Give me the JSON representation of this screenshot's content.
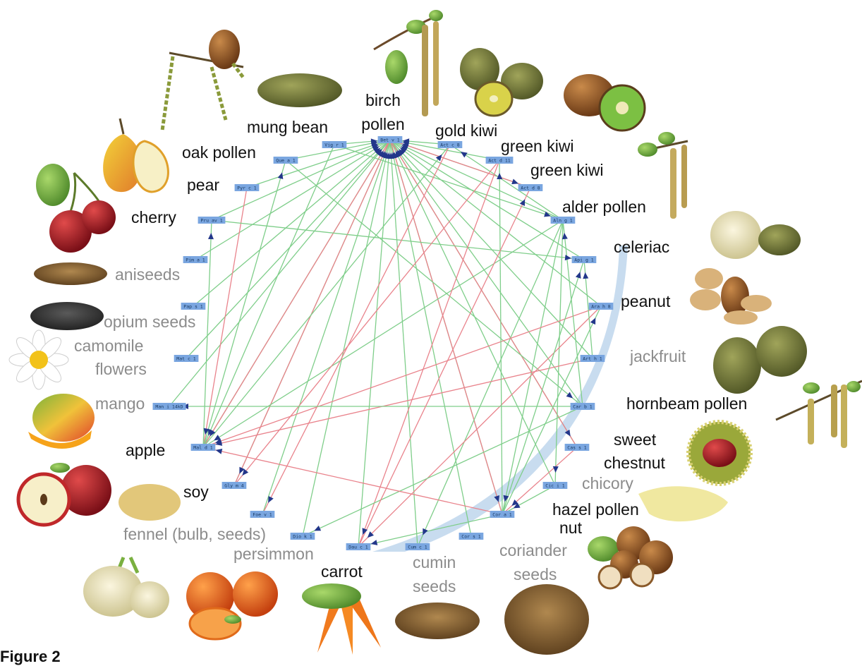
{
  "figure_caption": "Figure 2",
  "hub_code": "Bet v 1",
  "nodes": [
    {
      "id": "vig",
      "code": "Vig r 1",
      "label": [
        "mung bean"
      ],
      "style": "major",
      "icon": "mung-bean-photo"
    },
    {
      "id": "bet",
      "code": "Bet v 1",
      "label": [
        "birch",
        "pollen"
      ],
      "style": "major",
      "icon": "birch-catkin-photo"
    },
    {
      "id": "actc",
      "code": "Act c 8",
      "label": [
        "gold kiwi"
      ],
      "style": "major",
      "icon": "gold-kiwi-photo"
    },
    {
      "id": "actd11",
      "code": "Act d 11",
      "label": [
        "green kiwi"
      ],
      "style": "major",
      "icon": "green-kiwi-photo"
    },
    {
      "id": "actd8",
      "code": "Act d 8",
      "label": [
        "green kiwi"
      ],
      "style": "major",
      "icon": "green-kiwi-photo"
    },
    {
      "id": "que",
      "code": "Que a 1",
      "label": [
        "oak pollen"
      ],
      "style": "major",
      "icon": "oak-catkin-photo"
    },
    {
      "id": "pyr",
      "code": "Pyr c 1",
      "label": [
        "pear"
      ],
      "style": "major",
      "icon": "pear-photo"
    },
    {
      "id": "pru",
      "code": "Pru av 1",
      "label": [
        "cherry"
      ],
      "style": "major",
      "icon": "cherry-photo"
    },
    {
      "id": "aln",
      "code": "Aln g 1",
      "label": [
        "alder pollen"
      ],
      "style": "major",
      "icon": "alder-catkin-photo"
    },
    {
      "id": "api",
      "code": "Api g 1",
      "label": [
        "celeriac"
      ],
      "style": "major",
      "icon": "celeriac-photo"
    },
    {
      "id": "pim",
      "code": "Pim a 1",
      "label": [
        "aniseeds"
      ],
      "style": "minor",
      "icon": "aniseed-photo"
    },
    {
      "id": "ara",
      "code": "Ara h 8",
      "label": [
        "peanut"
      ],
      "style": "major",
      "icon": "peanut-photo"
    },
    {
      "id": "pap",
      "code": "Pap s 1",
      "label": [
        "opium seeds"
      ],
      "style": "minor",
      "icon": "poppy-seed-photo"
    },
    {
      "id": "mat",
      "code": "Mat c 1",
      "label": [
        "camomile",
        "flowers"
      ],
      "style": "minor",
      "icon": "camomile-flower-photo"
    },
    {
      "id": "art",
      "code": "Art h 1",
      "label": [
        "jackfruit"
      ],
      "style": "minor",
      "icon": "jackfruit-photo"
    },
    {
      "id": "car",
      "code": "Car b 1",
      "label": [
        "hornbeam pollen"
      ],
      "style": "major",
      "icon": "hornbeam-catkin-photo"
    },
    {
      "id": "man",
      "code": "Man i 14kD",
      "label": [
        "mango"
      ],
      "style": "minor",
      "icon": "mango-photo"
    },
    {
      "id": "cas",
      "code": "Cas s 1",
      "label": [
        "sweet",
        "chestnut"
      ],
      "style": "major",
      "icon": "chestnut-photo"
    },
    {
      "id": "mal",
      "code": "Mal d 1",
      "label": [
        "apple"
      ],
      "style": "major",
      "icon": "apple-photo"
    },
    {
      "id": "cic",
      "code": "Cic i 1",
      "label": [
        "chicory"
      ],
      "style": "minor",
      "icon": "chicory-photo"
    },
    {
      "id": "gly",
      "code": "Gly m 4",
      "label": [
        "soy"
      ],
      "style": "major",
      "icon": "soybean-photo"
    },
    {
      "id": "cora",
      "code": "Cor a 1",
      "label": [
        "hazel pollen",
        "nut"
      ],
      "style": "major",
      "icon": "hazelnut-photo"
    },
    {
      "id": "foe",
      "code": "Foe v 1",
      "label": [
        "fennel (bulb, seeds)"
      ],
      "style": "minor",
      "icon": "fennel-photo"
    },
    {
      "id": "dio",
      "code": "Dio k 1",
      "label": [
        "persimmon"
      ],
      "style": "minor",
      "icon": "persimmon-photo"
    },
    {
      "id": "dau",
      "code": "Dau c 1",
      "label": [
        "carrot"
      ],
      "style": "major",
      "icon": "carrot-photo"
    },
    {
      "id": "cum",
      "code": "Cum c 1",
      "label": [
        "cumin",
        "seeds"
      ],
      "style": "minor",
      "icon": "cumin-seed-photo"
    },
    {
      "id": "cors",
      "code": "Cor s 1",
      "label": [
        "coriander",
        "seeds"
      ],
      "style": "minor",
      "icon": "coriander-seed-photo"
    }
  ],
  "edges": [
    {
      "from": "vig",
      "to": "bet",
      "kind": "green"
    },
    {
      "from": "que",
      "to": "bet",
      "kind": "green"
    },
    {
      "from": "pyr",
      "to": "bet",
      "kind": "green"
    },
    {
      "from": "pru",
      "to": "bet",
      "kind": "green"
    },
    {
      "from": "pim",
      "to": "bet",
      "kind": "green"
    },
    {
      "from": "pap",
      "to": "bet",
      "kind": "green"
    },
    {
      "from": "mat",
      "to": "bet",
      "kind": "green"
    },
    {
      "from": "man",
      "to": "bet",
      "kind": "green"
    },
    {
      "from": "mal",
      "to": "bet",
      "kind": "green"
    },
    {
      "from": "gly",
      "to": "bet",
      "kind": "green"
    },
    {
      "from": "foe",
      "to": "bet",
      "kind": "green"
    },
    {
      "from": "dio",
      "to": "bet",
      "kind": "green"
    },
    {
      "from": "dau",
      "to": "bet",
      "kind": "green"
    },
    {
      "from": "cum",
      "to": "bet",
      "kind": "green"
    },
    {
      "from": "cors",
      "to": "bet",
      "kind": "green"
    },
    {
      "from": "cora",
      "to": "bet",
      "kind": "green"
    },
    {
      "from": "cic",
      "to": "bet",
      "kind": "green"
    },
    {
      "from": "cas",
      "to": "bet",
      "kind": "green"
    },
    {
      "from": "car",
      "to": "bet",
      "kind": "green"
    },
    {
      "from": "art",
      "to": "bet",
      "kind": "green"
    },
    {
      "from": "ara",
      "to": "bet",
      "kind": "green"
    },
    {
      "from": "api",
      "to": "bet",
      "kind": "green"
    },
    {
      "from": "aln",
      "to": "bet",
      "kind": "green"
    },
    {
      "from": "actd8",
      "to": "bet",
      "kind": "green"
    },
    {
      "from": "actd11",
      "to": "bet",
      "kind": "green"
    },
    {
      "from": "actc",
      "to": "bet",
      "kind": "green"
    },
    {
      "from": "bet",
      "to": "mal",
      "kind": "red"
    },
    {
      "from": "bet",
      "to": "gly",
      "kind": "red"
    },
    {
      "from": "bet",
      "to": "cora",
      "kind": "red"
    },
    {
      "from": "bet",
      "to": "cas",
      "kind": "red"
    },
    {
      "from": "bet",
      "to": "actd8",
      "kind": "red"
    },
    {
      "from": "pyr",
      "to": "mal",
      "kind": "red"
    },
    {
      "from": "pru",
      "to": "api",
      "kind": "green"
    },
    {
      "from": "vig",
      "to": "mal",
      "kind": "green"
    },
    {
      "from": "vig",
      "to": "aln",
      "kind": "green"
    },
    {
      "from": "que",
      "to": "car",
      "kind": "green"
    },
    {
      "from": "aln",
      "to": "mal",
      "kind": "green"
    },
    {
      "from": "aln",
      "to": "cora",
      "kind": "green"
    },
    {
      "from": "aln",
      "to": "cic",
      "kind": "green"
    },
    {
      "from": "aln",
      "to": "cum",
      "kind": "green"
    },
    {
      "from": "aln",
      "to": "actc",
      "kind": "green"
    },
    {
      "from": "actd11",
      "to": "dau",
      "kind": "red"
    },
    {
      "from": "actd11",
      "to": "gly",
      "kind": "red"
    },
    {
      "from": "actc",
      "to": "foe",
      "kind": "red"
    },
    {
      "from": "ara",
      "to": "mal",
      "kind": "red"
    },
    {
      "from": "ara",
      "to": "dau",
      "kind": "red"
    },
    {
      "from": "art",
      "to": "mal",
      "kind": "red"
    },
    {
      "from": "art",
      "to": "api",
      "kind": "green"
    },
    {
      "from": "car",
      "to": "man",
      "kind": "green"
    },
    {
      "from": "car",
      "to": "aln",
      "kind": "green"
    },
    {
      "from": "car",
      "to": "dio",
      "kind": "green"
    },
    {
      "from": "cas",
      "to": "cora",
      "kind": "red"
    },
    {
      "from": "cic",
      "to": "cora",
      "kind": "green"
    },
    {
      "from": "cora",
      "to": "dau",
      "kind": "green"
    },
    {
      "from": "cora",
      "to": "mal",
      "kind": "red"
    },
    {
      "from": "cora",
      "to": "api",
      "kind": "green"
    },
    {
      "from": "cora",
      "to": "ara",
      "kind": "green"
    },
    {
      "from": "cora",
      "to": "actd11",
      "kind": "green"
    },
    {
      "from": "dau",
      "to": "actd8",
      "kind": "red"
    },
    {
      "from": "mal",
      "to": "pru",
      "kind": "green"
    },
    {
      "from": "mal",
      "to": "que",
      "kind": "green"
    },
    {
      "from": "mal",
      "to": "actc",
      "kind": "green"
    }
  ],
  "colors": {
    "edge_green": "#7fce8a",
    "edge_red": "#e9838c",
    "arrow": "#23378a",
    "code_box": "#7aa6e0",
    "band": "#c8dcef",
    "label_major": "#111111",
    "label_minor": "#8c8c8c"
  }
}
